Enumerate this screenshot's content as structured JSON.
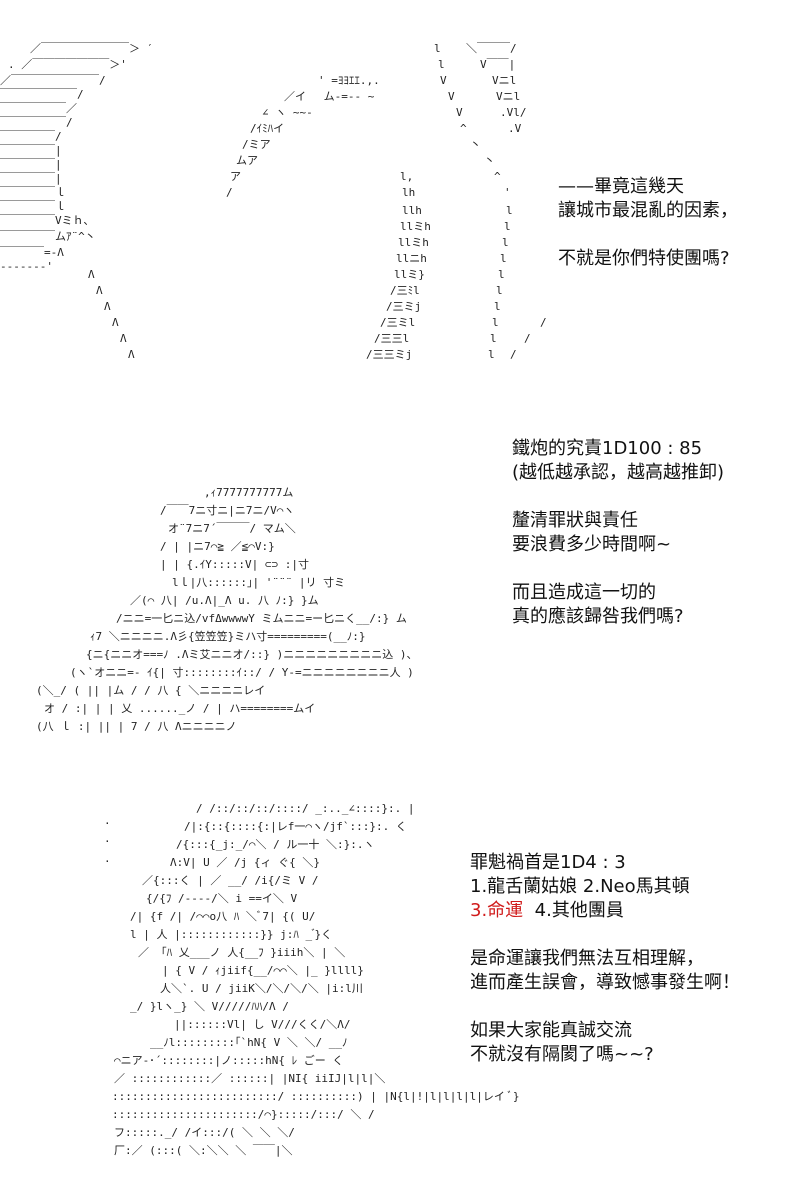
{
  "colors": {
    "text": "#111111",
    "highlight": "#d01b1b",
    "art": "#222222"
  },
  "panel1": {
    "lines": [
      "——畢竟這幾天",
      "讓城市最混亂的因素，",
      "不就是你們特使團嗎?"
    ]
  },
  "panel2": {
    "lines": [
      "鐵炮的究責1D100 : 85",
      "(越低越承認，越高越推卸)",
      "釐清罪狀與責任",
      "要浪費多少時間啊~",
      "而且造成這一切的",
      "真的應該歸咎我們嗎?"
    ]
  },
  "panel3": {
    "roll": "罪魁禍首是1D4 : 3",
    "option_line": "1.龍舌蘭姑娘  2.Neo馬其頓",
    "selected_option": "3.命運",
    "other_option": "4.其他團員",
    "lines": [
      "是命運讓我們無法互相理解，",
      "進而產生誤會，導致憾事發生啊！",
      "如果大家能真誠交流",
      "不就沒有隔閡了嗎~~?"
    ]
  }
}
